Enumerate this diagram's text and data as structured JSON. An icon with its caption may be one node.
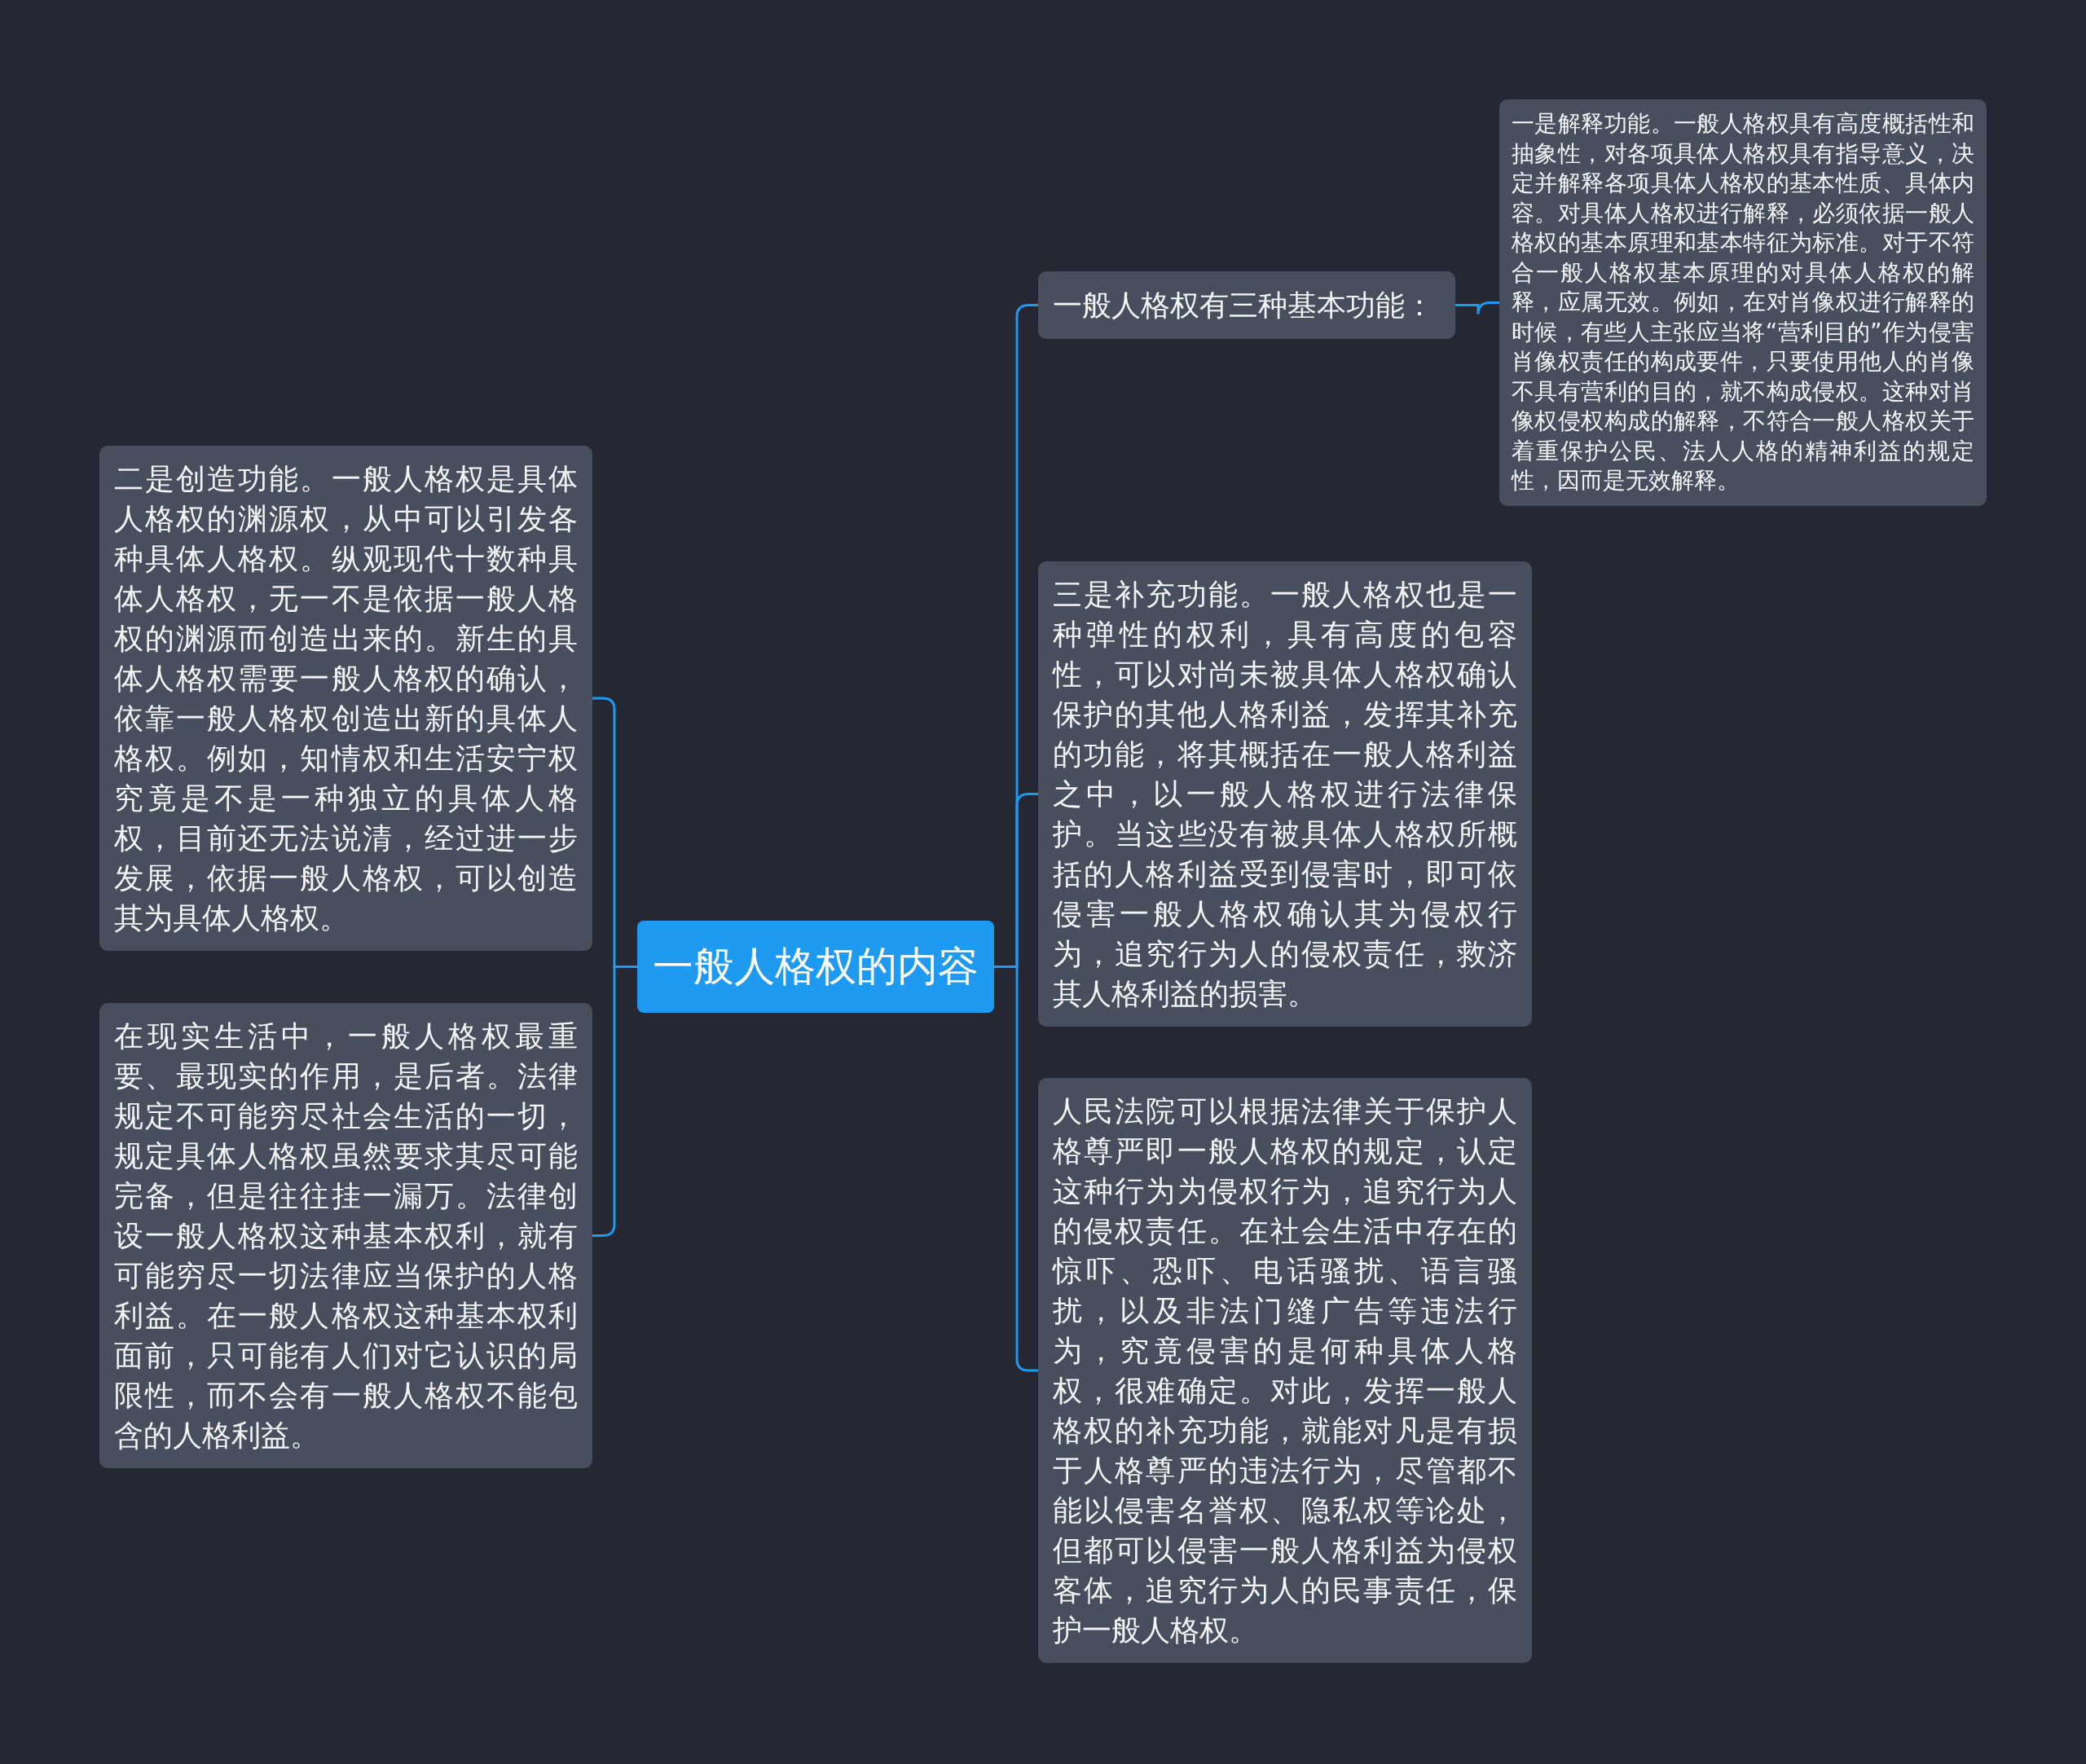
{
  "diagram": {
    "nodes": [
      {
        "text": [
          "一般人格权的内容"
        ]
      },
      {
        "text": [
          "二是创造功能。一般人格权是具体人格权的渊源权，从中可以引发各种具体人格权。纵观现代十数种具体人格权，无一不是依据一般人格权的渊源而创造出来的。新生的具体人格权需要一般人格权的确认，依靠一般人格权创造出新的具体人格权。例如，知情权和生活安宁权究竟是不是一种独立的具体人格权，目前还无法说清，经过进一步发展，依据一般人格权，可以创造其为具体人格权。"
        ]
      },
      {
        "text": [
          "在现实生活中，一般人格权最重要、最现实的作用，是后者。法律规定不可能穷尽社会生活的一切，规定具体人格权虽然要求其尽可能完备，但是往往挂一漏万。法律创设一般人格权这种基本权利，就有可能穷尽一切法律应当保护的人格利益。在一般人格权这种基本权利面前，只可能有人们对它认识的局限性，而不会有一般人格权不能包含的人格利益。"
        ]
      },
      {
        "text": [
          "一般人格权有三种基本功能："
        ]
      },
      {
        "text": [
          "一是解释功能。一般人格权具有高度概括性和抽象性，对各项具体人格权具有指导意义，决定并解释各项具体人格权的基本性质、具体内容。对具体人格权进行解释，必须依据一般人格权的基本原理和基本特征为标准。对于不符合一般人格权基本原理的对具体人格权的解释，应属无效。例如，在对肖像权进行解释的时候，有些人主张应当将“营利目的”作为侵害肖像权责任的构成要件，只要使用他人的肖像不具有营利的目的，就不构成侵权。这种对肖像权侵权构成的解释，不符合一般人格权关于着重保护公民、法人人格的精神利益的规定性，因而是无效解释。"
        ]
      },
      {
        "text": [
          "三是补充功能。一般人格权也是一种弹性的权利，具有高度的包容性，可以对尚未被具体人格权确认保护的其他人格利益，发挥其补充的功能，将其概括在一般人格利益之中，以一般人格权进行法律保护。当这些没有被具体人格权所概括的人格利益受到侵害时，即可依侵害一般人格权确认其为侵权行为，追究行为人的侵权责任，救济其人格利益的损害。"
        ]
      },
      {
        "text": [
          "人民法院可以根据法律关于保护人格尊严即一般人格权的规定，认定这种行为为侵权行为，追究行为人的侵权责任。在社会生活中存在的惊吓、恐吓、电话骚扰、语言骚扰，以及非法门缝广告等违法行为，究竟侵害的是何种具体人格权，很难确定。对此，发挥一般人格权的补充功能，就能对凡是有损于人格尊严的违法行为，尽管都不能以侵害名誉权、隐私权等论处，但都可以侵害一般人格利益为侵权客体，追究行为人的民事责任，保护一般人格权。"
        ]
      }
    ],
    "edges": [
      {
        "from": 0,
        "to": 1,
        "arrow": "none"
      },
      {
        "from": 0,
        "to": 2,
        "arrow": "none"
      },
      {
        "from": 0,
        "to": 3,
        "arrow": "none"
      },
      {
        "from": 0,
        "to": 5,
        "arrow": "none"
      },
      {
        "from": 0,
        "to": 6,
        "arrow": "none"
      },
      {
        "from": 3,
        "to": 4,
        "arrow": "none"
      }
    ]
  }
}
